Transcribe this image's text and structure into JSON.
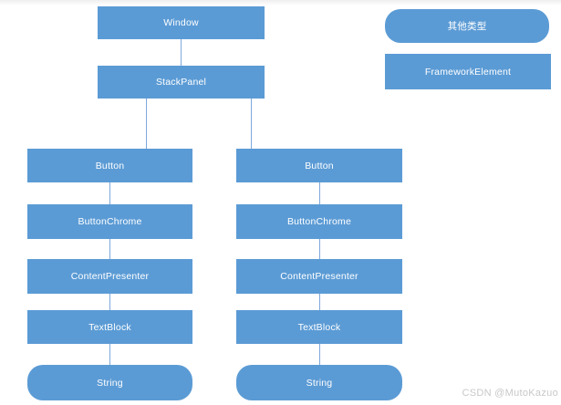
{
  "diagram": {
    "title_hint": "WPF visual tree diagram",
    "nodes": [
      {
        "id": "window",
        "label": "Window",
        "shape": "rect"
      },
      {
        "id": "stackpanel",
        "label": "StackPanel",
        "shape": "rect"
      },
      {
        "id": "button-left",
        "label": "Button",
        "shape": "rect"
      },
      {
        "id": "button-right",
        "label": "Button",
        "shape": "rect"
      },
      {
        "id": "buttonchrome-left",
        "label": "ButtonChrome",
        "shape": "rect"
      },
      {
        "id": "buttonchrome-right",
        "label": "ButtonChrome",
        "shape": "rect"
      },
      {
        "id": "contentpresenter-left",
        "label": "ContentPresenter",
        "shape": "rect"
      },
      {
        "id": "contentpresenter-right",
        "label": "ContentPresenter",
        "shape": "rect"
      },
      {
        "id": "textblock-left",
        "label": "TextBlock",
        "shape": "rect"
      },
      {
        "id": "textblock-right",
        "label": "TextBlock",
        "shape": "rect"
      },
      {
        "id": "string-left",
        "label": "String",
        "shape": "rounded"
      },
      {
        "id": "string-right",
        "label": "String",
        "shape": "rounded"
      }
    ],
    "edges": [
      {
        "from": "window",
        "to": "stackpanel"
      },
      {
        "from": "stackpanel",
        "to": "button-left"
      },
      {
        "from": "stackpanel",
        "to": "button-right"
      },
      {
        "from": "button-left",
        "to": "buttonchrome-left"
      },
      {
        "from": "buttonchrome-left",
        "to": "contentpresenter-left"
      },
      {
        "from": "contentpresenter-left",
        "to": "textblock-left"
      },
      {
        "from": "textblock-left",
        "to": "string-left"
      },
      {
        "from": "button-right",
        "to": "buttonchrome-right"
      },
      {
        "from": "buttonchrome-right",
        "to": "contentpresenter-right"
      },
      {
        "from": "contentpresenter-right",
        "to": "textblock-right"
      },
      {
        "from": "textblock-right",
        "to": "string-right"
      }
    ],
    "legend": [
      {
        "id": "other-type",
        "label": "其他类型",
        "shape": "rounded"
      },
      {
        "id": "framework-element",
        "label": "FrameworkElement",
        "shape": "rect"
      }
    ]
  },
  "watermark": {
    "text": "CSDN @MutoKazuo"
  },
  "colors": {
    "node_fill": "#5B9BD5",
    "node_text": "#FFFFFF",
    "connector": "#7FA8DC",
    "watermark_text": "#C8C8C8",
    "background": "#FFFFFF"
  }
}
